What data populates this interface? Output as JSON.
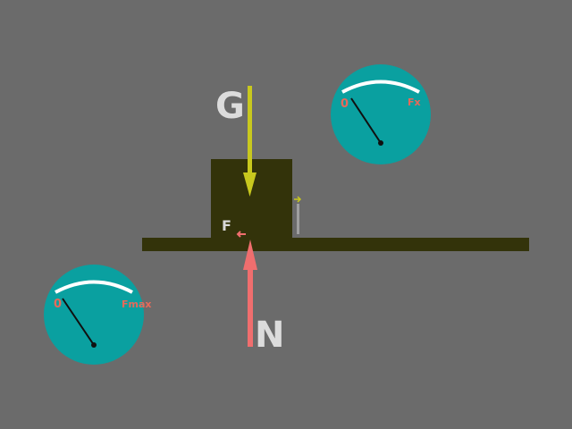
{
  "labels": {
    "gravity": "G",
    "normal": "N",
    "friction_block": "F"
  },
  "gauges": {
    "friction": {
      "zero_label": "0",
      "max_label": "Fmax"
    },
    "pressure": {
      "zero_label": "0",
      "max_label": "Fx"
    }
  },
  "colors": {
    "background": "#6b6b6b",
    "block": "#33330a",
    "surface": "#33330a",
    "gravity_arrow": "#c8c81e",
    "normal_arrow": "#f06e6e",
    "gauge_face": "#0aa0a0",
    "gauge_arc": "#ffffff",
    "gauge_text": "#e66a5a",
    "gauge_needle": "#101010"
  },
  "icons": {
    "gravity": "down-arrow",
    "normal": "up-arrow",
    "friction": "small-left-arrow"
  }
}
